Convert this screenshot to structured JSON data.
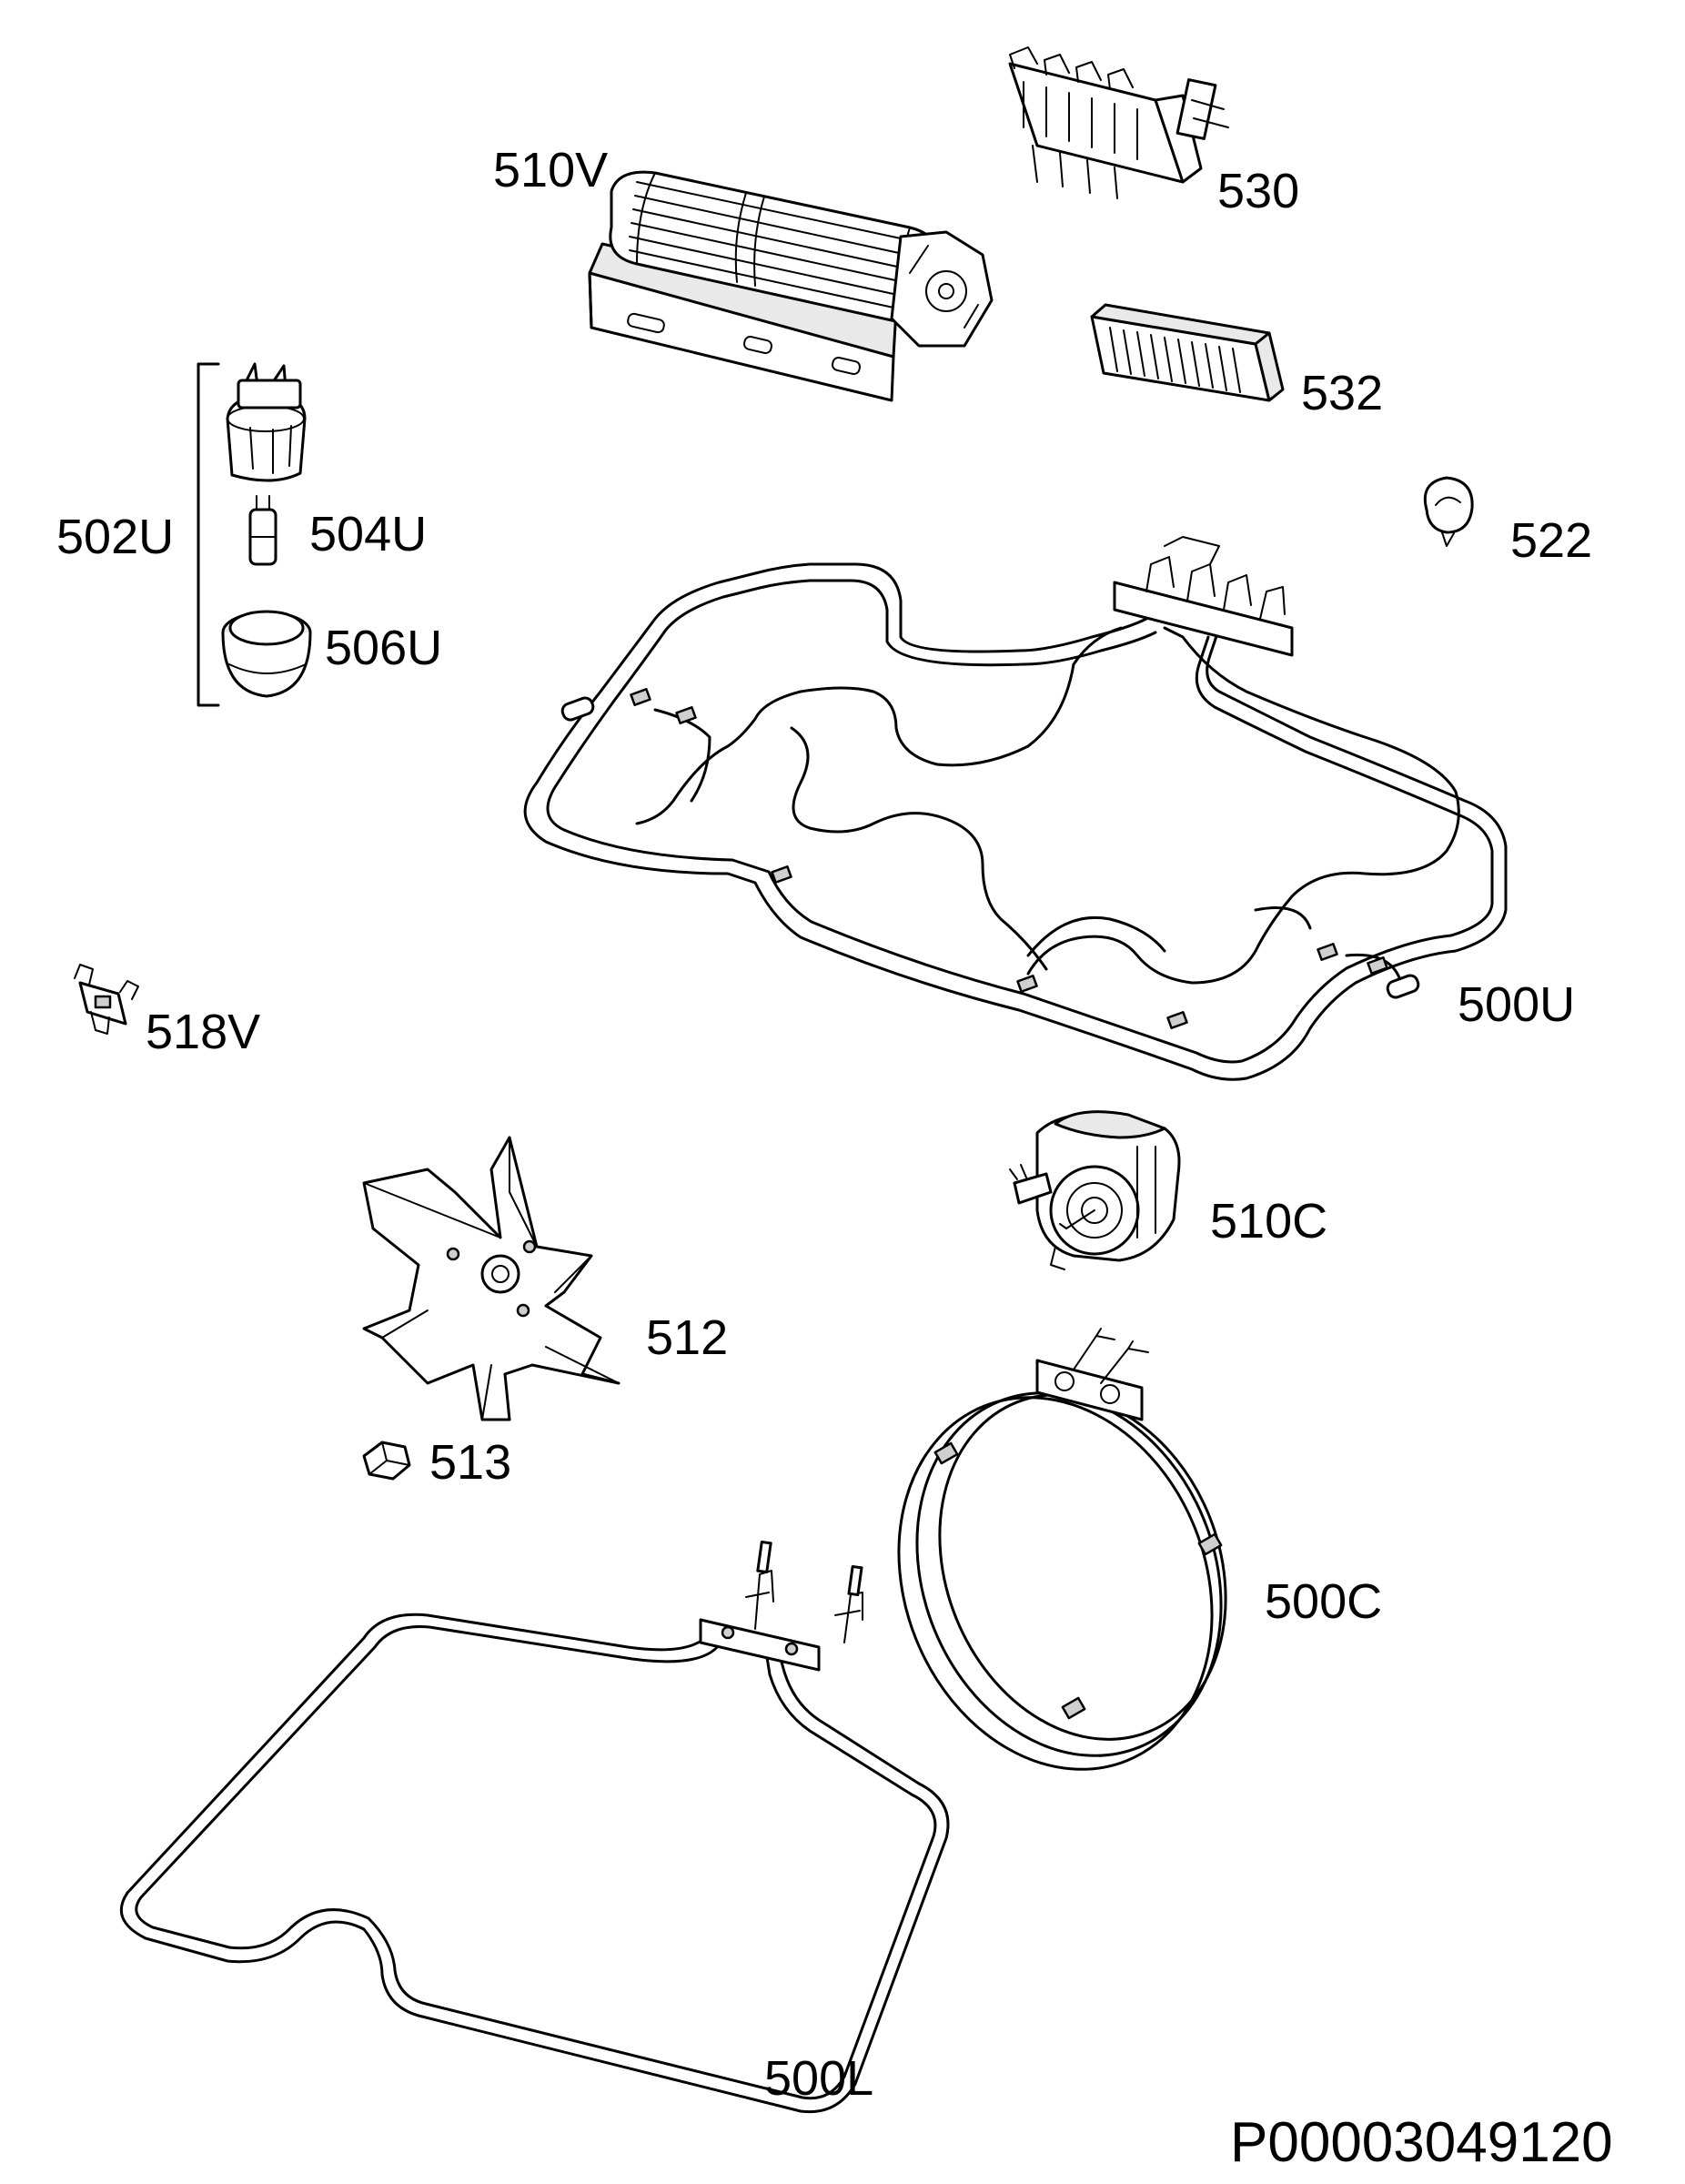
{
  "parts": [
    {
      "id": "510V",
      "label": "510V"
    },
    {
      "id": "530",
      "label": "530"
    },
    {
      "id": "532",
      "label": "532"
    },
    {
      "id": "502U",
      "label": "502U"
    },
    {
      "id": "504U",
      "label": "504U"
    },
    {
      "id": "506U",
      "label": "506U"
    },
    {
      "id": "522",
      "label": "522"
    },
    {
      "id": "500U",
      "label": "500U"
    },
    {
      "id": "518V",
      "label": "518V"
    },
    {
      "id": "510C",
      "label": "510C"
    },
    {
      "id": "512",
      "label": "512"
    },
    {
      "id": "513",
      "label": "513"
    },
    {
      "id": "500C",
      "label": "500C"
    },
    {
      "id": "500L",
      "label": "500L"
    }
  ],
  "document_number": "P00003049120"
}
